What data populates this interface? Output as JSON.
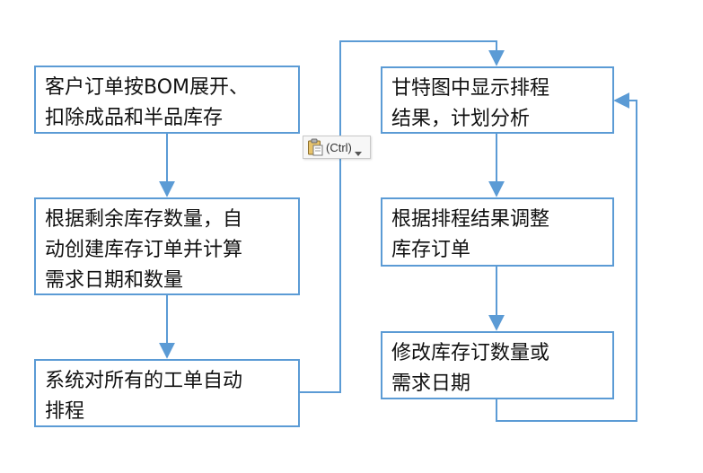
{
  "colors": {
    "box_border": "#5b9bd5",
    "arrow": "#5b9bd5",
    "text": "#111111"
  },
  "boxes": [
    {
      "id": "expand-bom",
      "lines": [
        "客户订单按BOM展开、",
        "扣除成品和半品库存"
      ]
    },
    {
      "id": "auto-create-stock-order",
      "lines": [
        "根据剩余库存数量，自",
        "动创建库存订单并计算",
        "需求日期和数量"
      ]
    },
    {
      "id": "auto-schedule",
      "lines": [
        "系统对所有的工单自动",
        "排程"
      ]
    },
    {
      "id": "gantt-display",
      "lines": [
        "甘特图中显示排程",
        "结果，计划分析"
      ]
    },
    {
      "id": "adjust-stock-order",
      "lines": [
        "根据排程结果调整",
        "库存订单"
      ]
    },
    {
      "id": "modify-quantity-date",
      "lines": [
        "修改库存订数量或",
        "需求日期"
      ]
    }
  ],
  "paste_widget": {
    "label": "(Ctrl)",
    "icon": "clipboard-icon"
  }
}
